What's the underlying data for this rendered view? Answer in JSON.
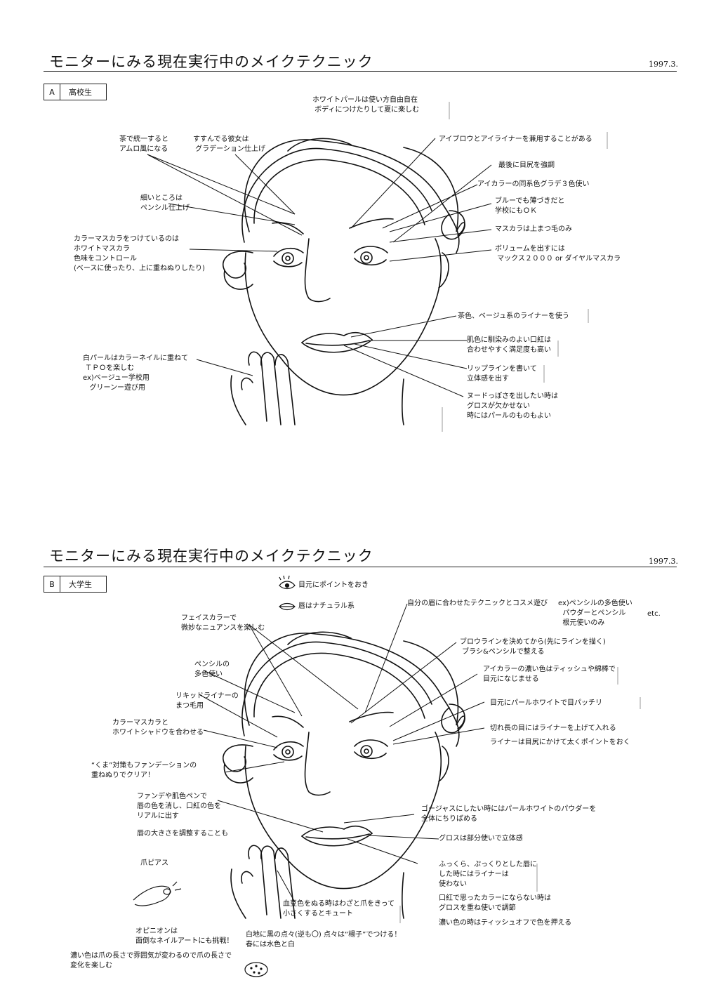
{
  "sections": [
    {
      "title": "モニターにみる現在実行中のメイクテクニック",
      "date": "1997.3.",
      "letter": "A",
      "name": "高校生",
      "notes": {
        "n1": "ホワイトパールは使い方自由自在\n ボディにつけたりして夏に楽しむ",
        "n2": "茶で統一すると\nアムロ風になる",
        "n3": "すすんでる彼女は\n グラデーション仕上げ",
        "n4": "アイブロウとアイライナーを兼用することがある",
        "n5": "最後に目尻を強調",
        "n6": "アイカラーの同系色グラデ３色使い",
        "n7": "ブルーでも薄づきだと\n学校にもＯＫ",
        "n8": "細いところは\nペンシル仕上げ",
        "n9": "マスカラは上まつ毛のみ",
        "n10": "カラーマスカラをつけているのは\nホワイトマスカラ\n色味をコントロール\n(ベースに使ったり、上に重ねぬりしたり)",
        "n11": "ボリュームを出すには\n マックス２０００ or ダイヤルマスカラ",
        "n12": "茶色、ベージュ系のライナーを使う",
        "n13": "肌色に馴染みのよい口紅は\n合わせやすく満足度も高い",
        "n14": "白パールはカラーネイルに重ねて\n ＴＰＯを楽しむ\nex)ベージュー学校用\n   グリーンー遊び用",
        "n15": "リップラインを書いて\n立体感を出す",
        "n16": "ヌードっぽさを出したい時は\nグロスが欠かせない\n時にはパールのものもよい"
      }
    },
    {
      "title": "モニターにみる現在実行中のメイクテクニック",
      "date": "1997.3.",
      "letter": "B",
      "name": "大学生",
      "notes": {
        "m1": "目元にポイントをおき",
        "m2": "唇はナチュラル系",
        "m3": "自分の眉に合わせたテクニックとコスメ遊び",
        "m4": "ex)ペンシルの多色使い\n  パウダーとペンシル\n  根元使いのみ",
        "m5": "etc.",
        "m6": "フェイスカラーで\n微妙なニュアンスを楽しむ",
        "m7": "ブロウラインを決めてから(先にラインを描く)\n ブラシ&ペンシルで整える",
        "m8": "ペンシルの\n多色使い",
        "m9": "アイカラーの濃い色はティッシュや綿棒で\n目元になじませる",
        "m10": "リキッドライナーの\nまつ毛用",
        "m11": "目元にパールホワイトで目パッチリ",
        "m12": "カラーマスカラと\nホワイトシャドウを合わせる",
        "m13": "切れ長の目にはライナーを上げて入れる",
        "m14": "ライナーは目尻にかけて太くポイントをおく",
        "m15": "“くま”対策もファンデーションの\n重ねぬりでクリア！",
        "m16": "ファンデや肌色ペンで\n唇の色を消し、口紅の色を\nリアルに出す",
        "m17": "唇の大きさを調整することも",
        "m18": "ゴージャスにしたい時にはパールホワイトのパウダーを\n全体にちりばめる",
        "m19": "グロスは部分使いで立体感",
        "m20": "ふっくら、ぷっくりとした唇に\nした時にはライナーは\n使わない",
        "m21": "爪ピアス",
        "m22": "血豆色をぬる時はわざと爪をきって\n小さくするとキュート",
        "m23": "口紅で思ったカラーにならない時は\nグロスを重ね使いで調節",
        "m24": "濃い色の時はティッシュオフで色を押える",
        "m25": "オピニオンは\n面倒なネイルアートにも挑戦！",
        "m26": "白地に黒の点々(逆も〇) 点々は“楊子”でつける！\n春には水色と白",
        "m27": "濃い色は爪の長さで雰囲気が変わるので爪の長さで\n変化を楽しむ"
      }
    }
  ]
}
